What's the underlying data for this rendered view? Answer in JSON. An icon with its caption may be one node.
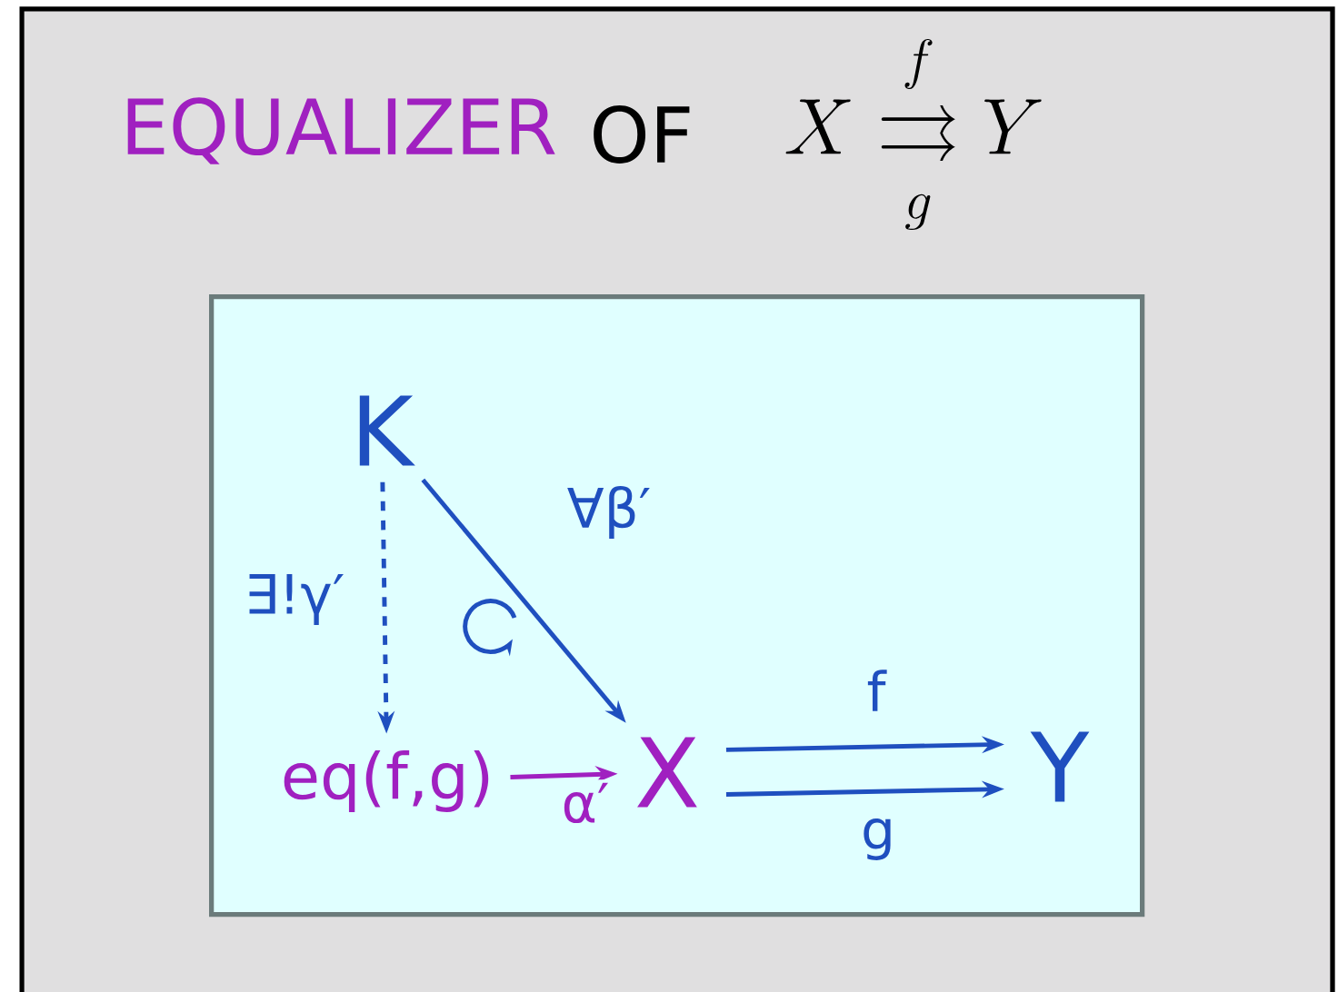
{
  "diagram": {
    "title": "EQUALIZER",
    "nodes": [
      {
        "text": [],
        "shape": "box"
      },
      {
        "text": [
          "K"
        ],
        "in": 0
      },
      {
        "text": [
          "eq(f,g)"
        ],
        "in": 0
      },
      {
        "text": [
          "X"
        ],
        "in": 0
      },
      {
        "text": [
          "Y"
        ],
        "in": 0
      }
    ],
    "edges": [
      {
        "from": 1,
        "to": 2,
        "arrow": "to",
        "style": "dashed",
        "label": "∃!γ′"
      },
      {
        "from": 1,
        "to": 3,
        "arrow": "to",
        "label": "∀β′"
      },
      {
        "from": 2,
        "to": 3,
        "arrow": "to",
        "color": "#a020c0",
        "label": "α′"
      },
      {
        "from": 3,
        "to": 4,
        "arrow": "to",
        "label": "f"
      },
      {
        "from": 3,
        "to": 4,
        "arrow": "to",
        "label": "g"
      }
    ],
    "labels": [
      "OF",
      "X \\mathrel{\\underset{g}{\\overset{f}{\\rightrightarrows}}} Y"
    ]
  }
}
